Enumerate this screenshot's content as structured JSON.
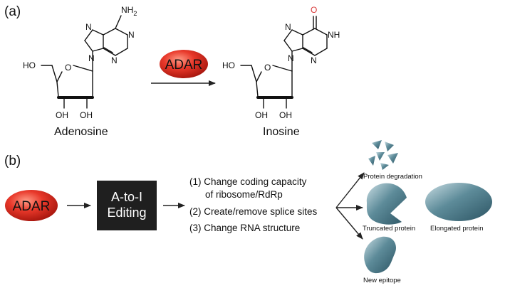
{
  "panel_a": {
    "label": "(a)",
    "enzyme": "ADAR",
    "adenosine": {
      "name": "Adenosine",
      "amine": "NH",
      "amine_sub": "2",
      "n_ring": "N",
      "ho": "HO",
      "o": "O",
      "oh": "OH"
    },
    "inosine": {
      "name": "Inosine",
      "carbonyl_o": "O",
      "nh": "NH",
      "n_ring": "N",
      "ho": "HO",
      "o": "O",
      "oh": "OH",
      "carbonyl_color": "#d93a3a"
    }
  },
  "panel_b": {
    "label": "(b)",
    "enzyme": "ADAR",
    "box_line1": "A-to-I",
    "box_line2": "Editing",
    "consequences": [
      "(1) Change coding capacity",
      "of ribosome/RdRp",
      "(2) Create/remove splice sites",
      "(3) Change RNA structure"
    ],
    "outcomes": {
      "degradation": "Protein degradation",
      "truncated": "Truncated protein",
      "elongated": "Elongated protein",
      "epitope": "New epitope"
    }
  },
  "colors": {
    "adar_red": "#e03a2c",
    "box_dark": "#1f1f1f",
    "protein_teal": "#3f6f80"
  }
}
